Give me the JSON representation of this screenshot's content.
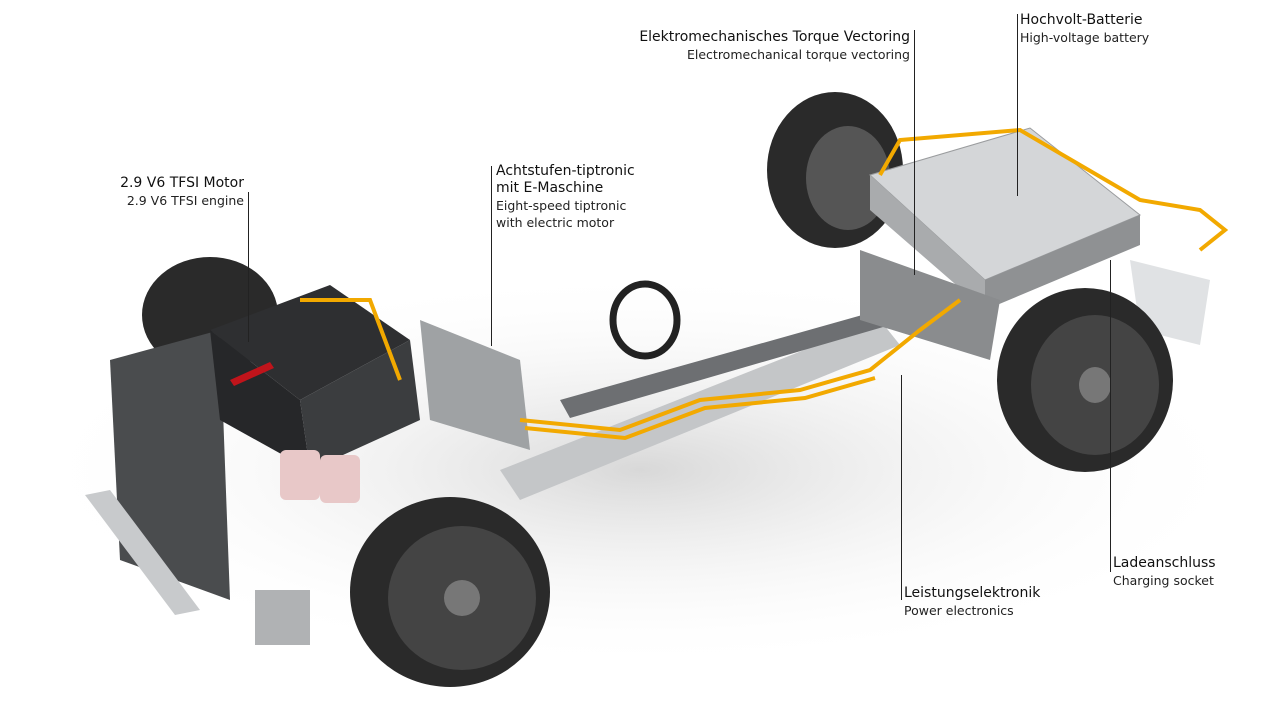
{
  "labels": {
    "engine": {
      "de": "2.9 V6 TFSI Motor",
      "en": "2.9 V6 TFSI engine"
    },
    "tiptronic": {
      "de1": "Achtstufen-tiptronic",
      "de2": "mit E-Maschine",
      "en1": "Eight-speed tiptronic",
      "en2": "with electric motor"
    },
    "torque_vectoring": {
      "de": "Elektromechanisches Torque Vectoring",
      "en": "Electromechanical torque vectoring"
    },
    "battery": {
      "de": "Hochvolt-Batterie",
      "en": "High-voltage battery"
    },
    "power_electronics": {
      "de": "Leistungselektronik",
      "en": "Power electronics"
    },
    "charging_socket": {
      "de": "Ladeanschluss",
      "en": "Charging socket"
    }
  },
  "colors": {
    "cable": "#f2a900",
    "tire": "#2a2a2a",
    "metal": "#b9bcbf",
    "engine_accent": "#c0141b"
  }
}
